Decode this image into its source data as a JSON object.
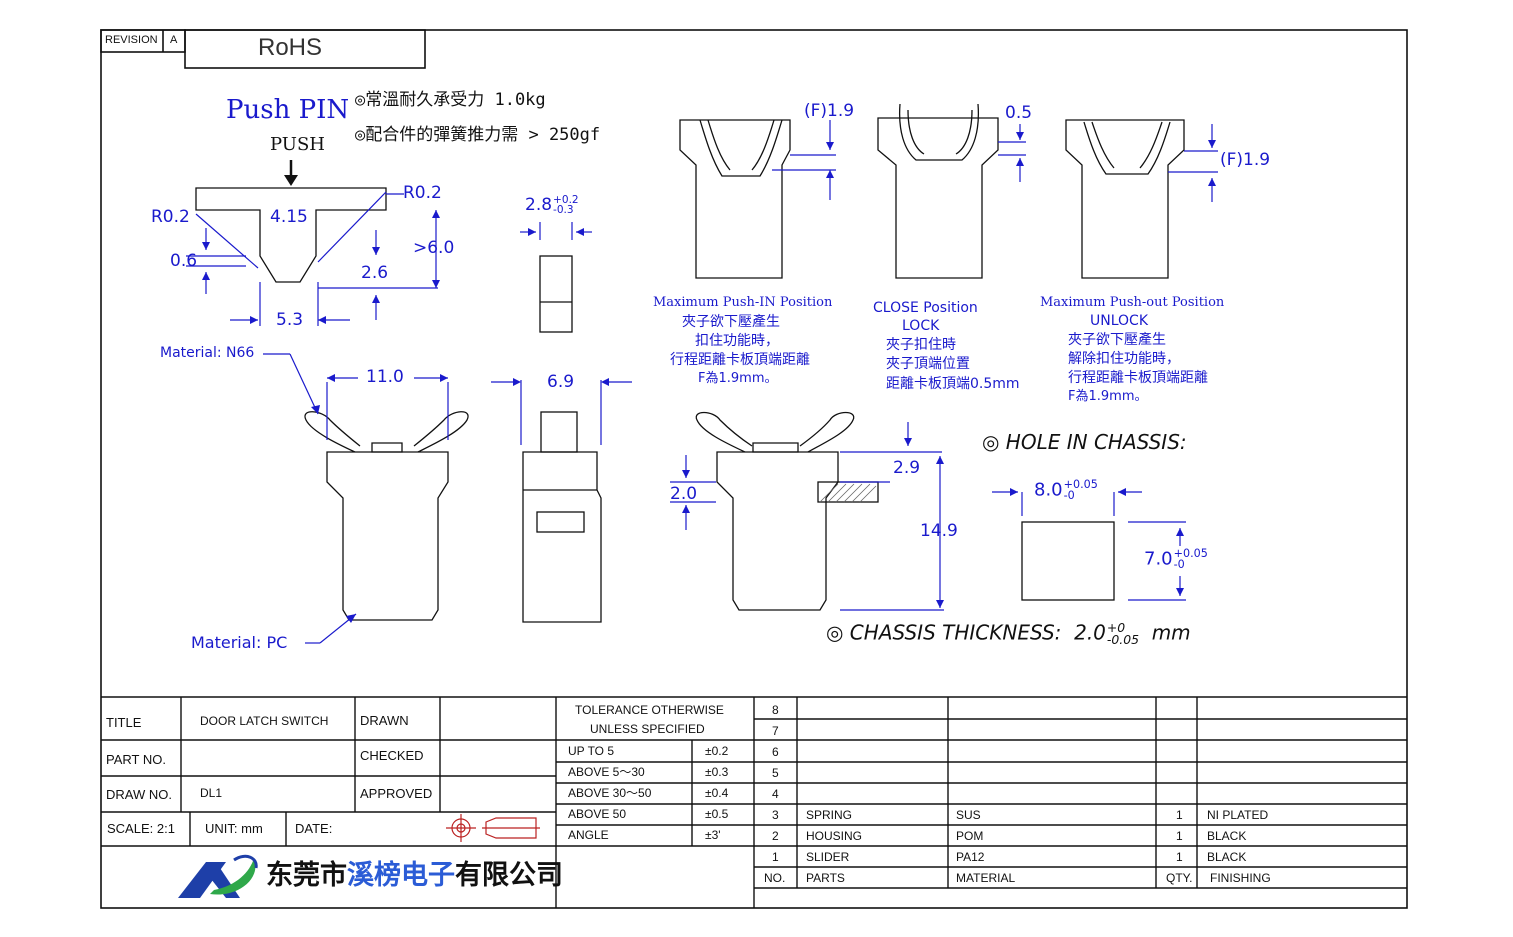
{
  "header": {
    "revision_label": "REVISION",
    "revision_value": "A",
    "rohs": "RoHS"
  },
  "pin": {
    "title": "Push PIN",
    "push": "PUSH",
    "spec1": "◎常溫耐久承受力 1.0kg",
    "spec2": "◎配合件的彈簧推力需 > 250gf"
  },
  "dims": {
    "r02_right": "R0.2",
    "r02_left": "R0.2",
    "d415": "4.15",
    "d06": "0.6",
    "d60": ">6.0",
    "d26": "2.6",
    "d53": "5.3",
    "d28_base": "2.8",
    "d28_plus": "+0.2",
    "d28_minus": "-0.3",
    "d110": "11.0",
    "d69": "6.9",
    "d29": "2.9",
    "d20": "2.0",
    "d149": "14.9",
    "f19_left": "(F)1.9",
    "d05": "0.5",
    "f19_right": "(F)1.9",
    "d80_base": "8.0",
    "d80_plus": "+0.05",
    "d80_minus": "-0",
    "d70_base": "7.0",
    "d70_plus": "+0.05",
    "d70_minus": "-0"
  },
  "materials": {
    "n66": "Material: N66",
    "pc": "Material:  PC"
  },
  "positions": {
    "push_in_title": "Maximum Push-IN Position",
    "push_in_l1": "夾子欲下壓產生",
    "push_in_l2": "扣住功能時，",
    "push_in_l3": "行程距離卡板頂端距離",
    "push_in_l4": "F為1.9mm。",
    "close_title": "CLOSE Position",
    "close_sub": "LOCK",
    "close_l1": "夾子扣住時",
    "close_l2": "夾子頂端位置",
    "close_l3": "距離卡板頂端0.5mm",
    "pushout_title": "Maximum Push-out Position",
    "pushout_sub": "UNLOCK",
    "pushout_l1": "夾子欲下壓產生",
    "pushout_l2": "解除扣住功能時，",
    "pushout_l3": "行程距離卡板頂端距離",
    "pushout_l4": "F為1.9mm。"
  },
  "chassis": {
    "hole_title": "◎ HOLE  IN  CHASSIS:",
    "thickness_label": "◎ CHASSIS  THICKNESS:",
    "thickness_base": "2.0",
    "thickness_plus": "+0",
    "thickness_minus": "-0.05",
    "thickness_unit": "mm"
  },
  "title_block": {
    "title_label": "TITLE",
    "title_value": "DOOR  LATCH  SWITCH",
    "part_label": "PART NO.",
    "part_value": "",
    "draw_label": "DRAW NO.",
    "draw_value": "DL1",
    "scale_label": "SCALE:  2:1",
    "unit_label": "UNIT:  mm",
    "date_label": "DATE:",
    "drawn_label": "DRAWN",
    "checked_label": "CHECKED",
    "approved_label": "APPROVED",
    "tol_head1": "TOLERANCE  OTHERWISE",
    "tol_head2": "UNLESS  SPECIFIED",
    "tolerances": [
      {
        "range": "UP  TO  5",
        "value": "±0.2"
      },
      {
        "range": "ABOVE  5～30",
        "value": "±0.3"
      },
      {
        "range": "ABOVE  30～50",
        "value": "±0.4"
      },
      {
        "range": "ABOVE  50",
        "value": "±0.5"
      },
      {
        "range": "ANGLE",
        "value": "±3'"
      }
    ],
    "company": "东莞市溪榜电子有限公司",
    "company_part1": "东莞市",
    "company_part2": "溪榜电子",
    "company_part3": "有限公司"
  },
  "bom": {
    "rows": [
      {
        "no": "8",
        "part": "",
        "material": "",
        "qty": "",
        "finishing": ""
      },
      {
        "no": "7",
        "part": "",
        "material": "",
        "qty": "",
        "finishing": ""
      },
      {
        "no": "6",
        "part": "",
        "material": "",
        "qty": "",
        "finishing": ""
      },
      {
        "no": "5",
        "part": "",
        "material": "",
        "qty": "",
        "finishing": ""
      },
      {
        "no": "4",
        "part": "",
        "material": "",
        "qty": "",
        "finishing": ""
      },
      {
        "no": "3",
        "part": "SPRING",
        "material": "SUS",
        "qty": "1",
        "finishing": "NI  PLATED"
      },
      {
        "no": "2",
        "part": "HOUSING",
        "material": "POM",
        "qty": "1",
        "finishing": "BLACK"
      },
      {
        "no": "1",
        "part": "SLIDER",
        "material": "PA12",
        "qty": "1",
        "finishing": "BLACK"
      }
    ],
    "header": {
      "no": "NO.",
      "part": "PARTS",
      "material": "MATERIAL",
      "qty": "QTY.",
      "finishing": "FINISHING"
    }
  },
  "colors": {
    "dimension": "#1a1acc",
    "outline": "#111111",
    "logo_blue": "#1e3fa8",
    "logo_green": "#2fa84a"
  }
}
